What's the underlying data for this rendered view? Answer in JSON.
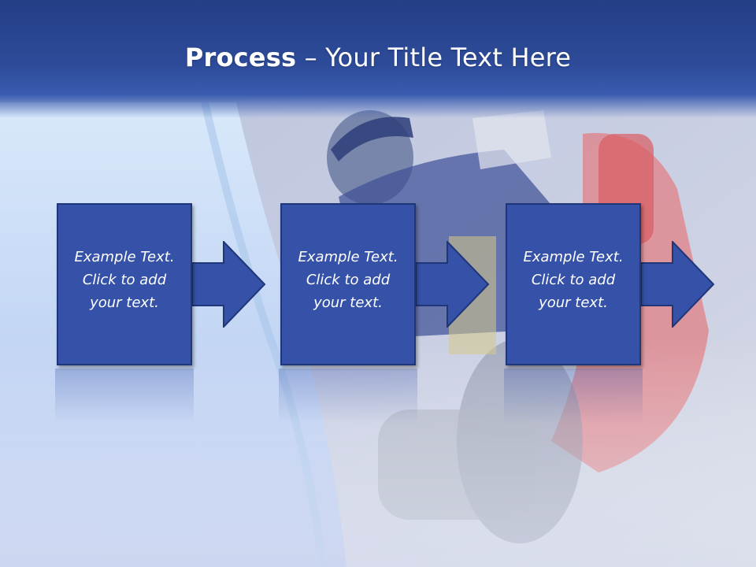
{
  "title": {
    "bold": "Process",
    "rest": " – Your Title Text Here"
  },
  "steps": [
    {
      "line1": "Example Text.",
      "line2": "Click  to add",
      "line3": "your text."
    },
    {
      "line1": "Example Text.",
      "line2": "Click  to add",
      "line3": "your text."
    },
    {
      "line1": "Example Text.",
      "line2": "Click  to add",
      "line3": "your text."
    }
  ],
  "colors": {
    "header": "#2d4b99",
    "box_fill": "#3552a8",
    "box_border": "#1f3679"
  }
}
